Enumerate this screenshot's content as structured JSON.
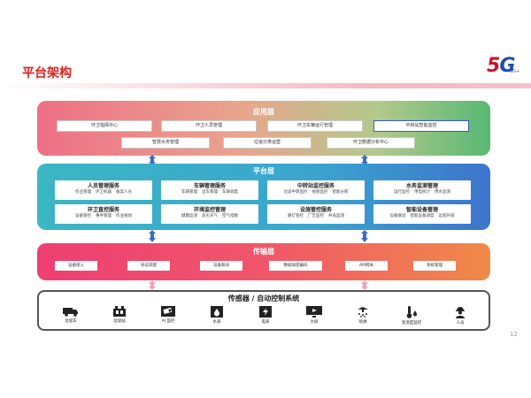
{
  "header": {
    "title": "平台架构"
  },
  "logo": {
    "text_5": "5",
    "text_g": "G",
    "sub": "5G+"
  },
  "colors": {
    "brand_red": "#e0201c",
    "app_box_highlight": "#3a5bbf"
  },
  "layers": {
    "app": {
      "title": "应用层",
      "items": [
        "环卫指挥中心",
        "环卫人员管理",
        "环卫车辆运行管理",
        "中转站智能监控",
        "智慧水务管理",
        "垃圾分类运营",
        "环卫数据分析中心"
      ]
    },
    "platform": {
      "title": "平台层",
      "cards": [
        {
          "title": "人员管理服务",
          "items": [
            "作业管理",
            "环卫机器",
            "备案人员"
          ]
        },
        {
          "title": "车辆管理服务",
          "items": [
            "车辆管理",
            "出车管理",
            "车辆调度"
          ]
        },
        {
          "title": "中转站监控服务",
          "items": [
            "垃圾中转监控",
            "视频监控",
            "智能分拣"
          ]
        },
        {
          "title": "水务监测管理",
          "items": [
            "运行监控",
            "用电统计",
            "用水监测"
          ]
        },
        {
          "title": "环卫直控服务",
          "items": [
            "设备管控",
            "事件管理",
            "作业规划"
          ]
        },
        {
          "title": "环境监控管理",
          "items": [
            "健康监测",
            "恶劣天气",
            "空气指数"
          ]
        },
        {
          "title": "设施管控服务",
          "items": [
            "路灯管控",
            "广告监控",
            "井盖监测"
          ]
        },
        {
          "title": "智能设备管理",
          "items": [
            "设备联动",
            "智能设备调度",
            "远程升级"
          ]
        }
      ]
    },
    "transport": {
      "title": "传输层",
      "items": [
        "设备接入",
        "协议适配",
        "设备联动",
        "数据加密编码",
        "API网关",
        "系统管理"
      ]
    },
    "sensor": {
      "title": "传感器 / 自动控制系统",
      "items": [
        {
          "label": "垃圾车",
          "icon": "garbage-truck-icon"
        },
        {
          "label": "垃圾站",
          "icon": "garbage-station-icon"
        },
        {
          "label": "AI 监控",
          "icon": "camera-icon"
        },
        {
          "label": "水表",
          "icon": "water-meter-icon"
        },
        {
          "label": "电表",
          "icon": "electric-meter-icon"
        },
        {
          "label": "大屏",
          "icon": "screen-icon"
        },
        {
          "label": "喷淋",
          "icon": "sprinkler-icon"
        },
        {
          "label": "温湿度监控",
          "icon": "thermometer-icon"
        },
        {
          "label": "人员",
          "icon": "person-icon"
        }
      ]
    }
  },
  "page_number": "12"
}
